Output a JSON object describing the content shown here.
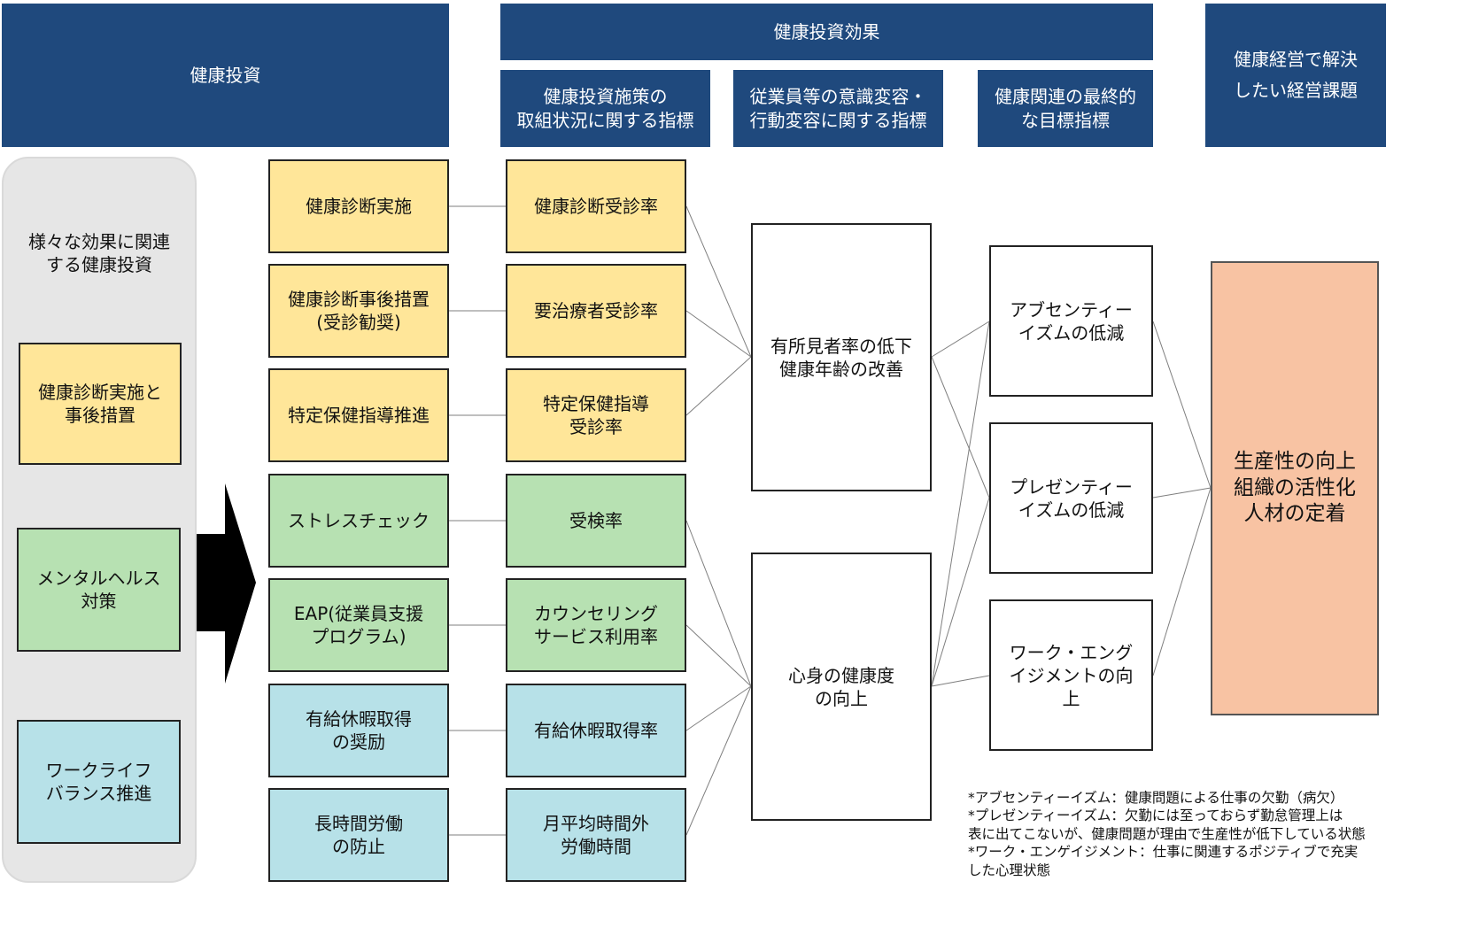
{
  "headers": {
    "investment": "健康投資",
    "effects": "健康投資効果",
    "indicator_measures": "健康投資施策の\n取組状況に関する指標",
    "indicator_behavior": "従業員等の意識変容・\n行動変容に関する指標",
    "indicator_final": "健康関連の最終的\nな目標指標",
    "management": "健康経営で解決\nしたい経営課題"
  },
  "left_panel": {
    "label": "様々な効果に関連\nする健康投資",
    "categories": [
      {
        "label": "健康診断実施と\n事後措置",
        "color": "#ffe699"
      },
      {
        "label": "メンタルヘルス\n対策",
        "color": "#b7e1b2"
      },
      {
        "label": "ワークライフ\nバランス推進",
        "color": "#b7e1e8"
      }
    ]
  },
  "measures": [
    {
      "label": "健康診断実施"
    },
    {
      "label": "健康診断事後措置\n(受診勧奨)"
    },
    {
      "label": "特定保健指導推進"
    },
    {
      "label": "ストレスチェック"
    },
    {
      "label": "EAP(従業員支援\nプログラム)"
    },
    {
      "label": "有給休暇取得\nの奨励"
    },
    {
      "label": "長時間労働\nの防止"
    }
  ],
  "indicators": [
    {
      "label": "健康診断受診率"
    },
    {
      "label": "要治療者受診率"
    },
    {
      "label": "特定保健指導\n受診率"
    },
    {
      "label": "受検率"
    },
    {
      "label": "カウンセリング\nサービス利用率"
    },
    {
      "label": "有給休暇取得率"
    },
    {
      "label": "月平均時間外\n労働時間"
    }
  ],
  "behavior": [
    {
      "label": "有所見者率の低下\n健康年齢の改善"
    },
    {
      "label": "心身の健康度\nの向上"
    }
  ],
  "final_goals": [
    {
      "label": "アブセンティー\nイズムの低減"
    },
    {
      "label": "プレゼンティー\nイズムの低減"
    },
    {
      "label": "ワーク・エング\nイジメントの向\n上"
    }
  ],
  "issue": {
    "label": "生産性の向上\n組織の活性化\n人材の定着"
  },
  "footnotes": [
    "*アブセンティーイズム：健康問題による仕事の欠勤（病欠）",
    "*プレゼンティーイズム：欠勤には至っておらず勤怠管理上は",
    "表に出てこないが、健康問題が理由で生産性が低下している状態",
    "*ワーク・エンゲイジメント：仕事に関連するポジティブで充実",
    "した心理状態"
  ]
}
